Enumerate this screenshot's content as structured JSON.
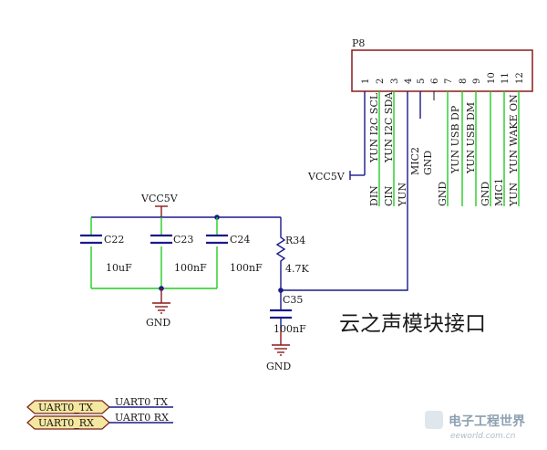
{
  "header": {
    "label": "P8"
  },
  "connector": {
    "pins": [
      "1",
      "2",
      "3",
      "4",
      "5",
      "6",
      "7",
      "8",
      "9",
      "10",
      "11",
      "12"
    ],
    "nets": [
      "YUN I2C SCL",
      "YUN I2C SDA",
      "",
      "MIC2",
      "GND",
      "",
      "YUN USB DP",
      "YUN USB DM",
      "",
      "",
      "YUN WAKE ON",
      ""
    ],
    "labels_left": [
      "DIN",
      "CIN",
      "YUN",
      "",
      "",
      "GND",
      "",
      "",
      "GND",
      "MIC1",
      "YUN",
      ""
    ]
  },
  "power": {
    "vcc_top": "VCC5V",
    "vcc_right": "VCC5V",
    "gnd": "GND"
  },
  "components": {
    "c22": {
      "ref": "C22",
      "value": "10uF"
    },
    "c23": {
      "ref": "C23",
      "value": "100nF"
    },
    "c24": {
      "ref": "C24",
      "value": "100nF"
    },
    "r34": {
      "ref": "R34",
      "value": "4.7K"
    },
    "c35": {
      "ref": "C35",
      "value": "100nF"
    }
  },
  "uart": {
    "tx_port": "UART0_TX",
    "rx_port": "UART0_RX",
    "tx_net": "UART0 TX",
    "rx_net": "UART0 RX"
  },
  "title": "云之声模块接口",
  "watermark": {
    "cn": "电子工程世界",
    "en": "eeworld.com.cn"
  },
  "colors": {
    "wire_blue": "#1a1a8c",
    "wire_green": "#22cc22",
    "gnd_dark": "#7a2020",
    "connector_border": "#8a1a1a"
  }
}
